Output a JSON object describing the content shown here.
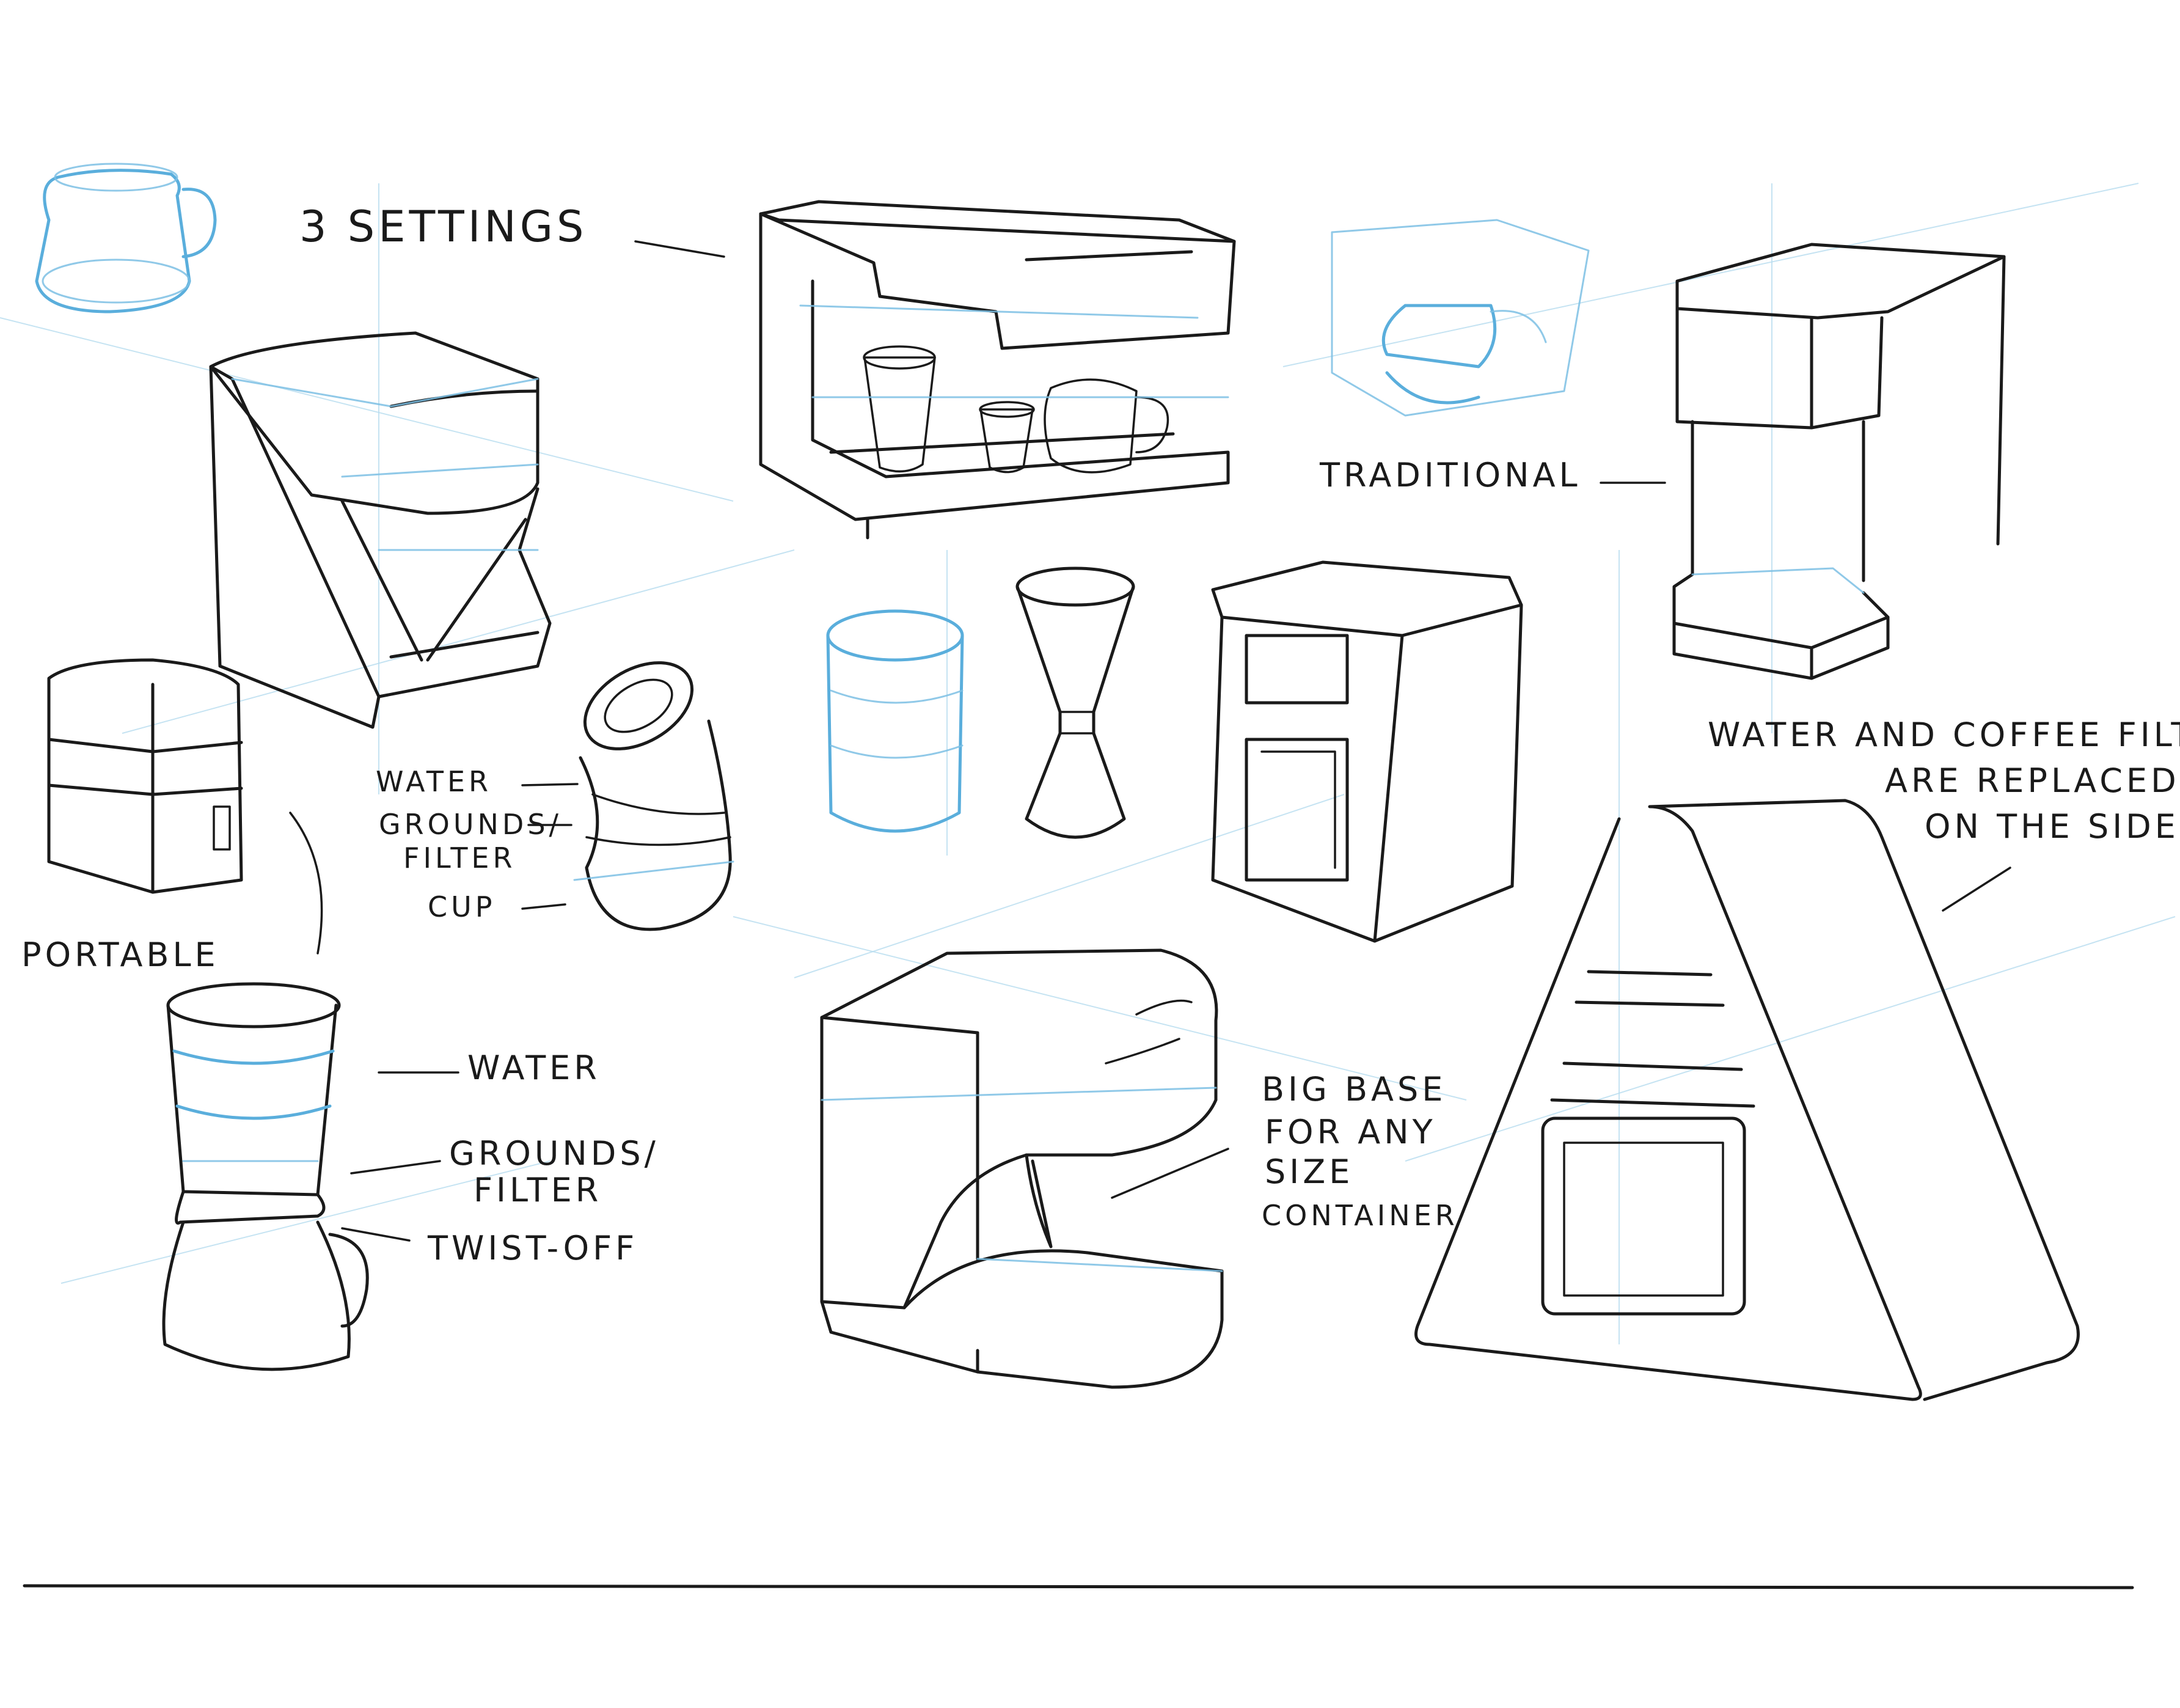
{
  "labels": {
    "three_settings": "3 SETTINGS",
    "traditional": "TRADITIONAL",
    "portable": "PORTABLE",
    "water_small": "WATER",
    "grounds_filter_small_line1": "GROUNDS/",
    "grounds_filter_small_line2": "FILTER",
    "cup": "CUP",
    "water_portable": "WATER",
    "grounds_filter_portable_line1": "GROUNDS/",
    "grounds_filter_portable_line2": "FILTER",
    "twist_off": "TWIST-OFF",
    "big_base_line1": "BIG BASE",
    "big_base_line2": "FOR ANY",
    "big_base_line3": "SIZE",
    "big_base_line4": "CONTAINER",
    "side_note_line1": "WATER AND COFFEE FILTE",
    "side_note_line2": "ARE REPLACED",
    "side_note_line3": "ON THE SIDE"
  },
  "colors": {
    "ink": "#1a1a1a",
    "pencil_blue": "#7cc0e4",
    "paper": "#ffffff"
  }
}
